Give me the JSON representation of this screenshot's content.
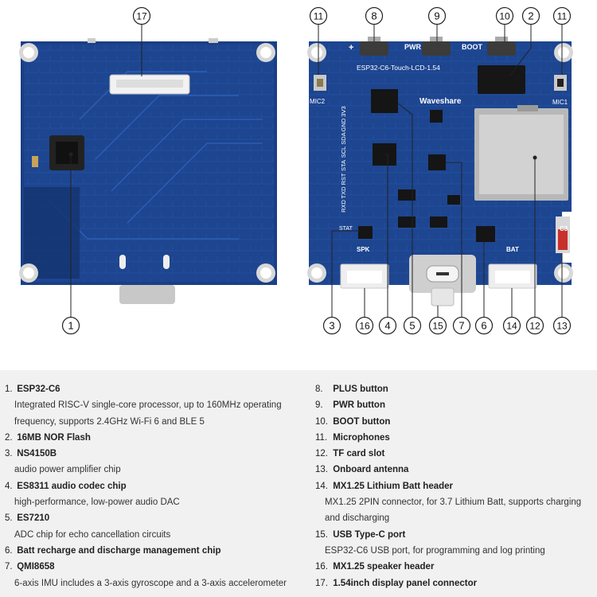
{
  "diagram": {
    "callouts": [
      {
        "id": "c17",
        "num": "17"
      },
      {
        "id": "c1",
        "num": "1"
      },
      {
        "id": "c11a",
        "num": "11"
      },
      {
        "id": "c8",
        "num": "8"
      },
      {
        "id": "c9",
        "num": "9"
      },
      {
        "id": "c10",
        "num": "10"
      },
      {
        "id": "c2",
        "num": "2"
      },
      {
        "id": "c11b",
        "num": "11"
      },
      {
        "id": "c3",
        "num": "3"
      },
      {
        "id": "c16",
        "num": "16"
      },
      {
        "id": "c4",
        "num": "4"
      },
      {
        "id": "c5",
        "num": "5"
      },
      {
        "id": "c15",
        "num": "15"
      },
      {
        "id": "c7",
        "num": "7"
      },
      {
        "id": "c6",
        "num": "6"
      },
      {
        "id": "c14",
        "num": "14"
      },
      {
        "id": "c12",
        "num": "12"
      },
      {
        "id": "c13",
        "num": "13"
      }
    ],
    "silkscreen": {
      "plus": "+",
      "pwr": "PWR",
      "boot": "BOOT",
      "board_name": "ESP32-C6-Touch-LCD-1.54",
      "brand": "Waveshare",
      "mic2": "MIC2",
      "mic1": "MIC1",
      "pins": [
        "3V3",
        "GND",
        "SDA",
        "SCL",
        "STA",
        "RST",
        "TXD",
        "RXD"
      ],
      "stat": "STAT",
      "spk": "SPK",
      "bat": "BAT",
      "c3": "C3"
    }
  },
  "legend": {
    "left": [
      {
        "num": "1.",
        "title": "ESP32-C6",
        "desc": "Integrated RISC-V single-core processor, up to 160MHz operating frequency, supports 2.4GHz Wi-Fi 6 and BLE 5"
      },
      {
        "num": "2.",
        "title": "16MB NOR Flash",
        "desc": ""
      },
      {
        "num": "3.",
        "title": "NS4150B",
        "desc": "audio power amplifier chip"
      },
      {
        "num": "4.",
        "title": "ES8311 audio codec chip",
        "desc": "high-performance, low-power audio DAC"
      },
      {
        "num": "5.",
        "title": "ES7210",
        "desc": "ADC chip for echo cancellation circuits"
      },
      {
        "num": "6.",
        "title": "Batt recharge and discharge management chip",
        "desc": ""
      },
      {
        "num": "7.",
        "title": "QMI8658",
        "desc": "6-axis IMU includes a 3-axis gyroscope and a 3-axis accelerometer"
      }
    ],
    "right": [
      {
        "num": "8.",
        "title": "PLUS button",
        "desc": ""
      },
      {
        "num": "9.",
        "title": "PWR button",
        "desc": ""
      },
      {
        "num": "10.",
        "title": "BOOT button",
        "desc": ""
      },
      {
        "num": "11.",
        "title": "Microphones",
        "desc": ""
      },
      {
        "num": "12.",
        "title": "TF card slot",
        "desc": ""
      },
      {
        "num": "13.",
        "title": "Onboard antenna",
        "desc": ""
      },
      {
        "num": "14.",
        "title": "MX1.25 Lithium Batt header",
        "desc": "MX1.25 2PIN connector, for 3.7 Lithium Batt, supports charging and discharging"
      },
      {
        "num": "15.",
        "title": "USB Type-C port",
        "desc": "ESP32-C6 USB port, for programming and log printing"
      },
      {
        "num": "16.",
        "title": "MX1.25 speaker header",
        "desc": ""
      },
      {
        "num": "17.",
        "title": "1.54inch display panel connector",
        "desc": ""
      }
    ]
  }
}
